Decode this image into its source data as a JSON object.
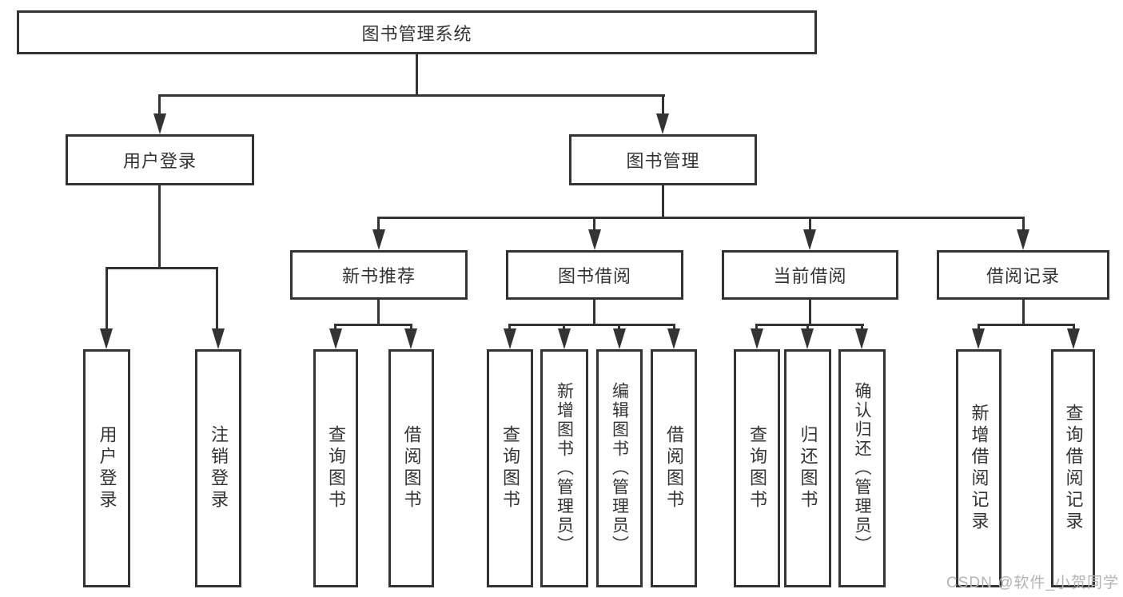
{
  "nodes": {
    "root": "图书管理系统",
    "user_login": "用户登录",
    "book_mgmt": "图书管理",
    "new_book_rec": "新书推荐",
    "book_borrow": "图书借阅",
    "current_borrow": "当前借阅",
    "borrow_records": "借阅记录",
    "leaf_user_login": "用户登录",
    "leaf_logout": "注销登录",
    "leaf_query_book_1": "查询图书",
    "leaf_borrow_book_1": "借阅图书",
    "leaf_query_book_2": "查询图书",
    "leaf_add_book": "新增图书（管理员）",
    "leaf_edit_book": "编辑图书（管理员）",
    "leaf_borrow_book_2": "借阅图书",
    "leaf_query_book_3": "查询图书",
    "leaf_return_book": "归还图书",
    "leaf_confirm_return": "确认归还（管理员）",
    "leaf_add_record": "新增借阅记录",
    "leaf_query_record": "查询借阅记录"
  },
  "watermark": "CSDN @软件_小贺同学",
  "colors": {
    "line": "#333333",
    "box_border": "#333333",
    "box_fill": "#ffffff",
    "text": "#333333",
    "watermark": "#b4b4b4"
  }
}
